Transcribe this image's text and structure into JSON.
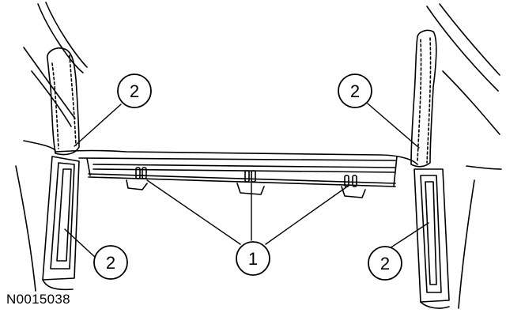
{
  "figure": {
    "id": "N0015038",
    "callouts": [
      {
        "label": "2"
      },
      {
        "label": "2"
      },
      {
        "label": "2"
      },
      {
        "label": "2"
      },
      {
        "label": "1"
      }
    ]
  }
}
